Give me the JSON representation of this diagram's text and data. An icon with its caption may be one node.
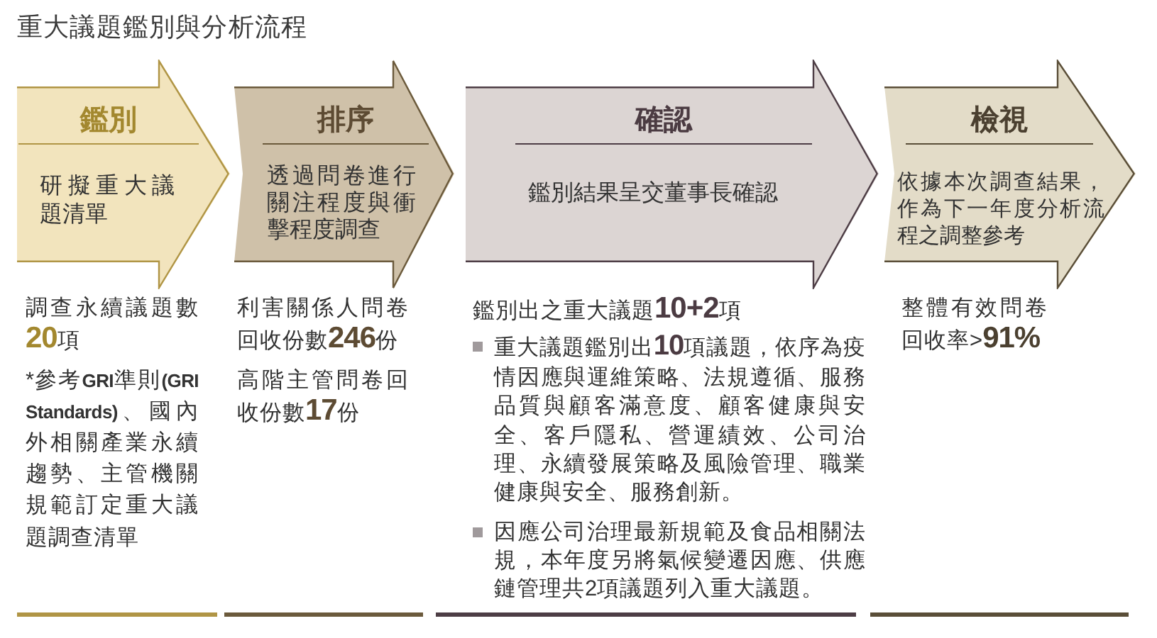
{
  "diagram": {
    "title": "重大議題鑑別與分析流程",
    "nodes": [
      {
        "text": [
          "鑑別",
          "研擬重大議題清單"
        ],
        "beside": [
          "調查永續議題數**20**項",
          "*參考**GRI**準則**(GRI Standards)**、國內外相關產業永續趨勢、主管機關規範訂定重大議題調查清單"
        ]
      },
      {
        "text": [
          "排序",
          "透過問卷進行關注程度與衝擊程度調查"
        ],
        "beside": [
          "利害關係人問卷回收份數**246**份",
          "高階主管問卷回收份數**17**份"
        ]
      },
      {
        "text": [
          "確認",
          "鑑別結果呈交董事長確認"
        ],
        "beside": [
          "鑑別出之重大議題**10+2**項",
          "重大議題鑑別出**10**項議題，依序為疫情因應與運維策略、法規遵循、服務品質與顧客滿意度、顧客健康與安全、客戶隱私、營運績效、公司治理、永續發展策略及風險管理、職業健康與安全、服務創新。",
          "因應公司治理最新規範及食品相關法規，本年度另將氣候變遷因應、供應鏈管理共2項議題列入重大議題。"
        ]
      },
      {
        "text": [
          "檢視",
          "依據本次調查結果，作為下一年度分析流程之調整參考"
        ],
        "beside": [
          "整體有效問卷回收率>**91%**"
        ]
      }
    ]
  }
}
